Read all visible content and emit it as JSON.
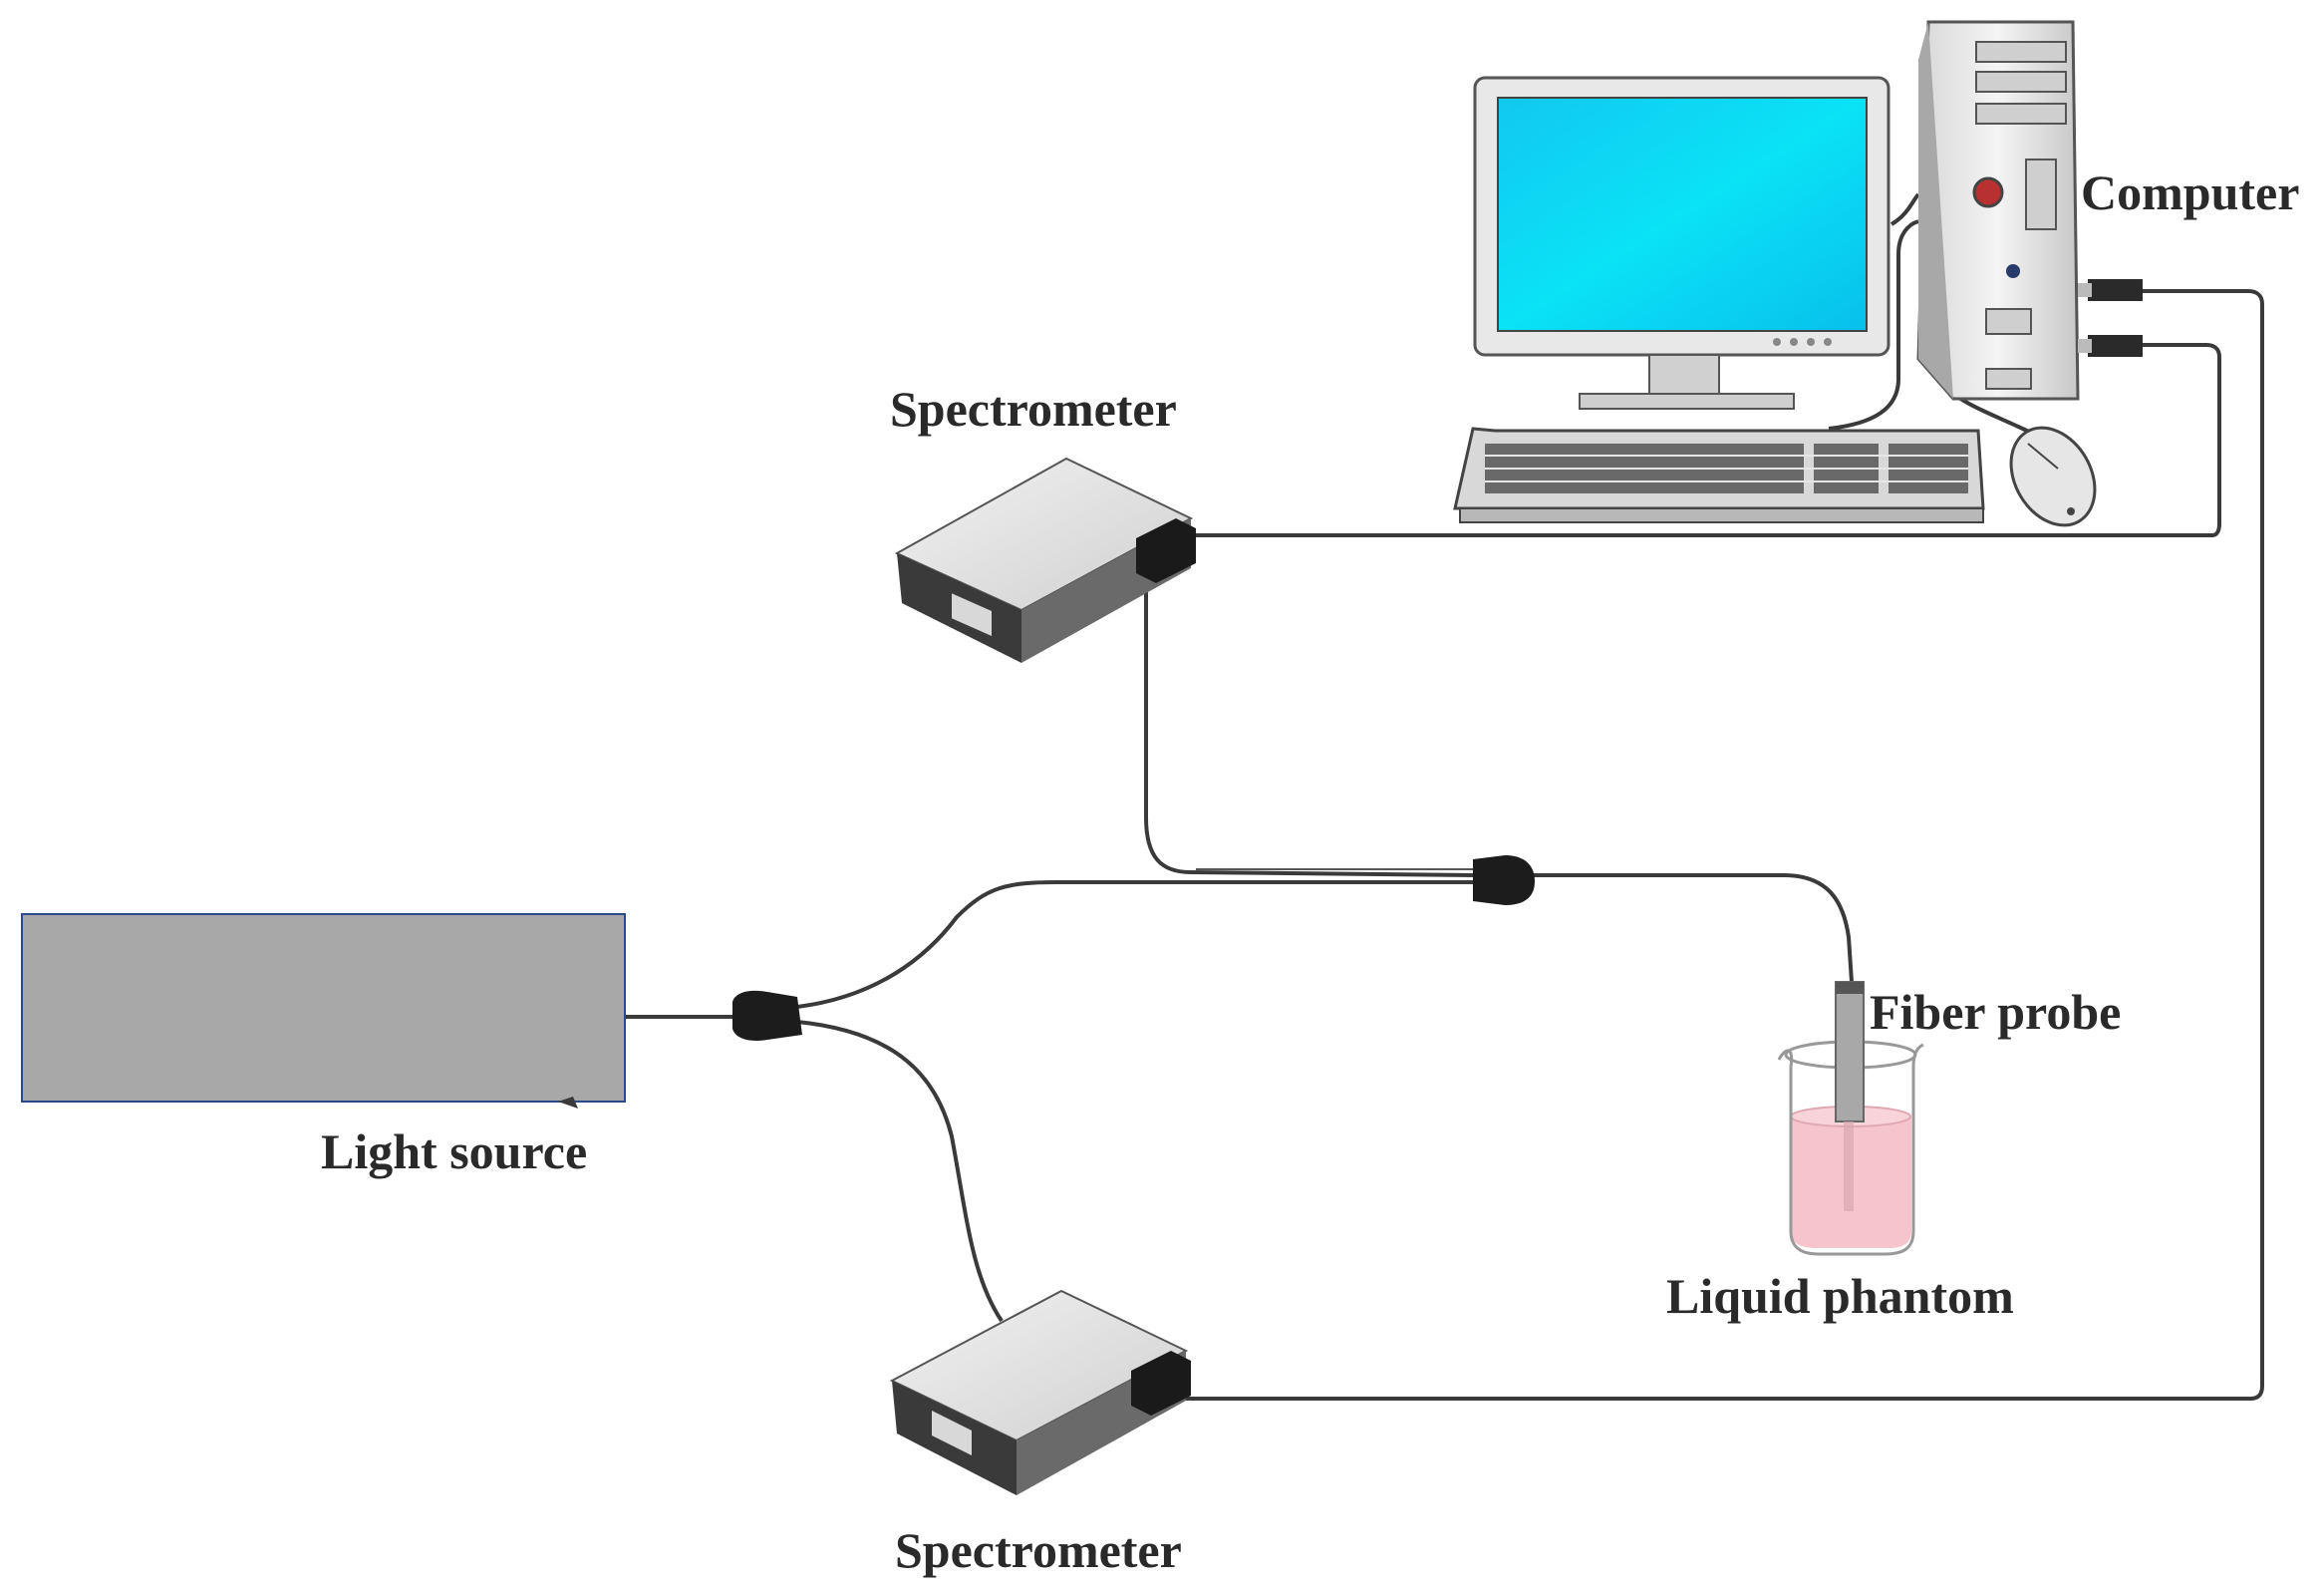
{
  "labels": {
    "computer": "Computer",
    "spectrometer_top": "Spectrometer",
    "spectrometer_bottom": "Spectrometer",
    "fiber_probe": "Fiber probe",
    "light_source": "Light source",
    "liquid_phantom": "Liquid phantom"
  },
  "colors": {
    "monitor_screen": "#0ad8f2",
    "light_source_box": "#a8a8a8",
    "light_source_border": "#2b4a8c",
    "liquid": "#f6c4cc",
    "cable": "#3a3a3a"
  },
  "icons": {
    "computer": "desktop-computer-icon",
    "spectrometer": "spectrometer-icon",
    "beaker": "beaker-icon",
    "fiber_coupler": "fiber-coupler-icon"
  }
}
